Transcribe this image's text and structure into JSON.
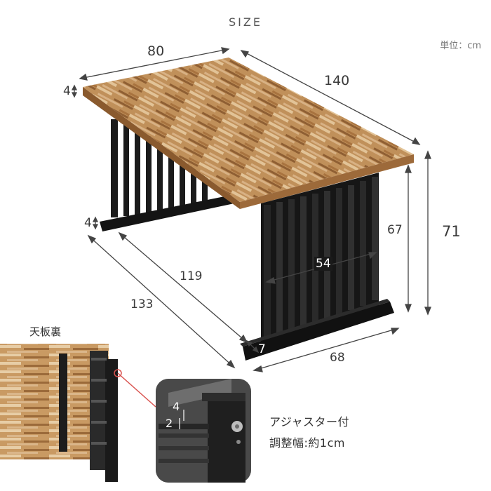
{
  "header": {
    "title": "SIZE",
    "unit": "単位：cm"
  },
  "dimensions": {
    "width": "80",
    "length": "140",
    "top_thickness": "4",
    "foot_height": "4",
    "under_clearance": "67",
    "total_height": "71",
    "inner_span": "54",
    "foot_inner": "119",
    "foot_outer": "133",
    "foot_depth": "68",
    "foot_width": "7"
  },
  "inset_left": {
    "label": "天板裏"
  },
  "inset_right": {
    "dim_a": "4",
    "dim_b": "2"
  },
  "caption": {
    "line1": "アジャスター付",
    "line2": "調整幅:約1cm"
  },
  "colors": {
    "wood": "#b98a52",
    "wood_light": "#d9b88a",
    "metal": "#1b1b1b",
    "line": "#444444"
  }
}
